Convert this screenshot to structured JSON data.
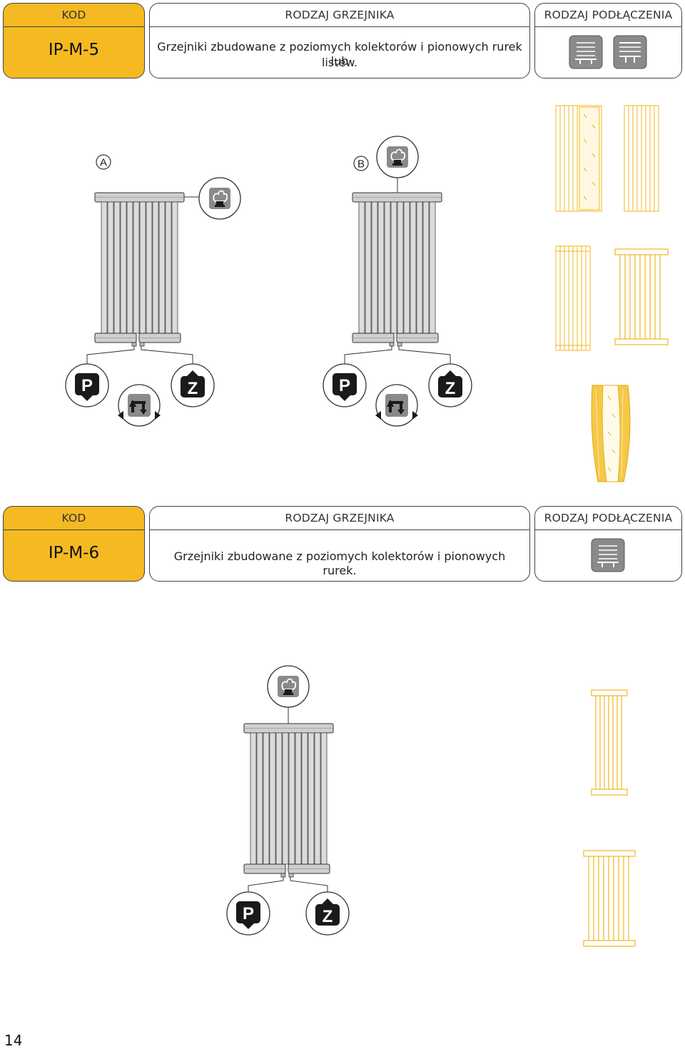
{
  "sections": [
    {
      "kod_header": "KOD",
      "code": "IP-M-5",
      "type_header": "RODZAJ GRZEJNIKA",
      "description_line1": "Grzejniki zbudowane z poziomych kolektorów i pionowych rurek lub",
      "description_line2": "listew.",
      "connection_header": "RODZAJ PODŁĄCZENIA",
      "connection_icons": [
        "radiator-bottom-connection-icon",
        "radiator-bottom-side-connection-icon"
      ],
      "variant_labels": [
        "A",
        "B"
      ]
    },
    {
      "kod_header": "KOD",
      "code": "IP-M-6",
      "type_header": "RODZAJ GRZEJNIKA",
      "description_line1": "Grzejniki zbudowane z poziomych kolektorów i pionowych rurek.",
      "connection_header": "RODZAJ PODŁĄCZENIA",
      "connection_icons": [
        "radiator-bottom-connection-icon"
      ]
    }
  ],
  "symbols": {
    "supply": "P",
    "return": "Z"
  },
  "page_number": "14",
  "colors": {
    "accent": "#f5b922",
    "icon_grey": "#8a8a8a",
    "dark": "#1a1a1a"
  }
}
